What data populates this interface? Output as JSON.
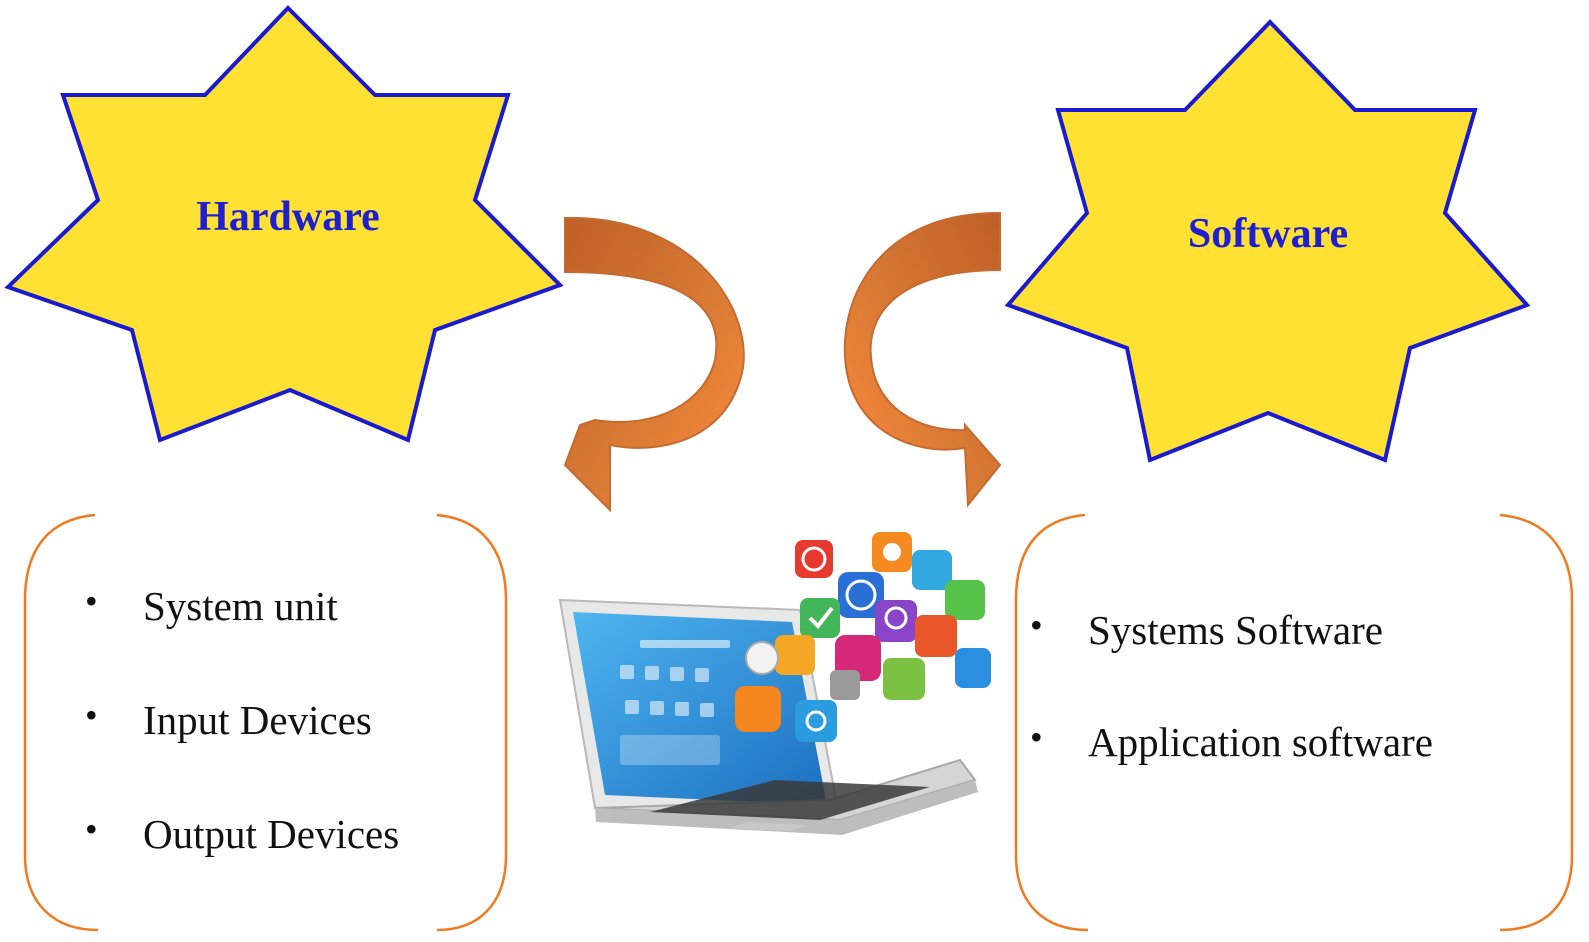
{
  "hardware": {
    "title": "Hardware",
    "items": [
      "System unit",
      "Input Devices",
      "Output Devices"
    ]
  },
  "software": {
    "title": "Software",
    "items": [
      "Systems Software",
      "Application software"
    ]
  },
  "colors": {
    "star_fill": "#ffe133",
    "star_stroke": "#1a1ad0",
    "title_text": "#1e1ed2",
    "arrow_fill": "#f08030",
    "arrow_dark": "#c2652a",
    "box_stroke": "#f07a20",
    "laptop_screen": "#2a9ae0"
  },
  "icons": [
    "laptop-icon",
    "apps-cloud-icon"
  ]
}
